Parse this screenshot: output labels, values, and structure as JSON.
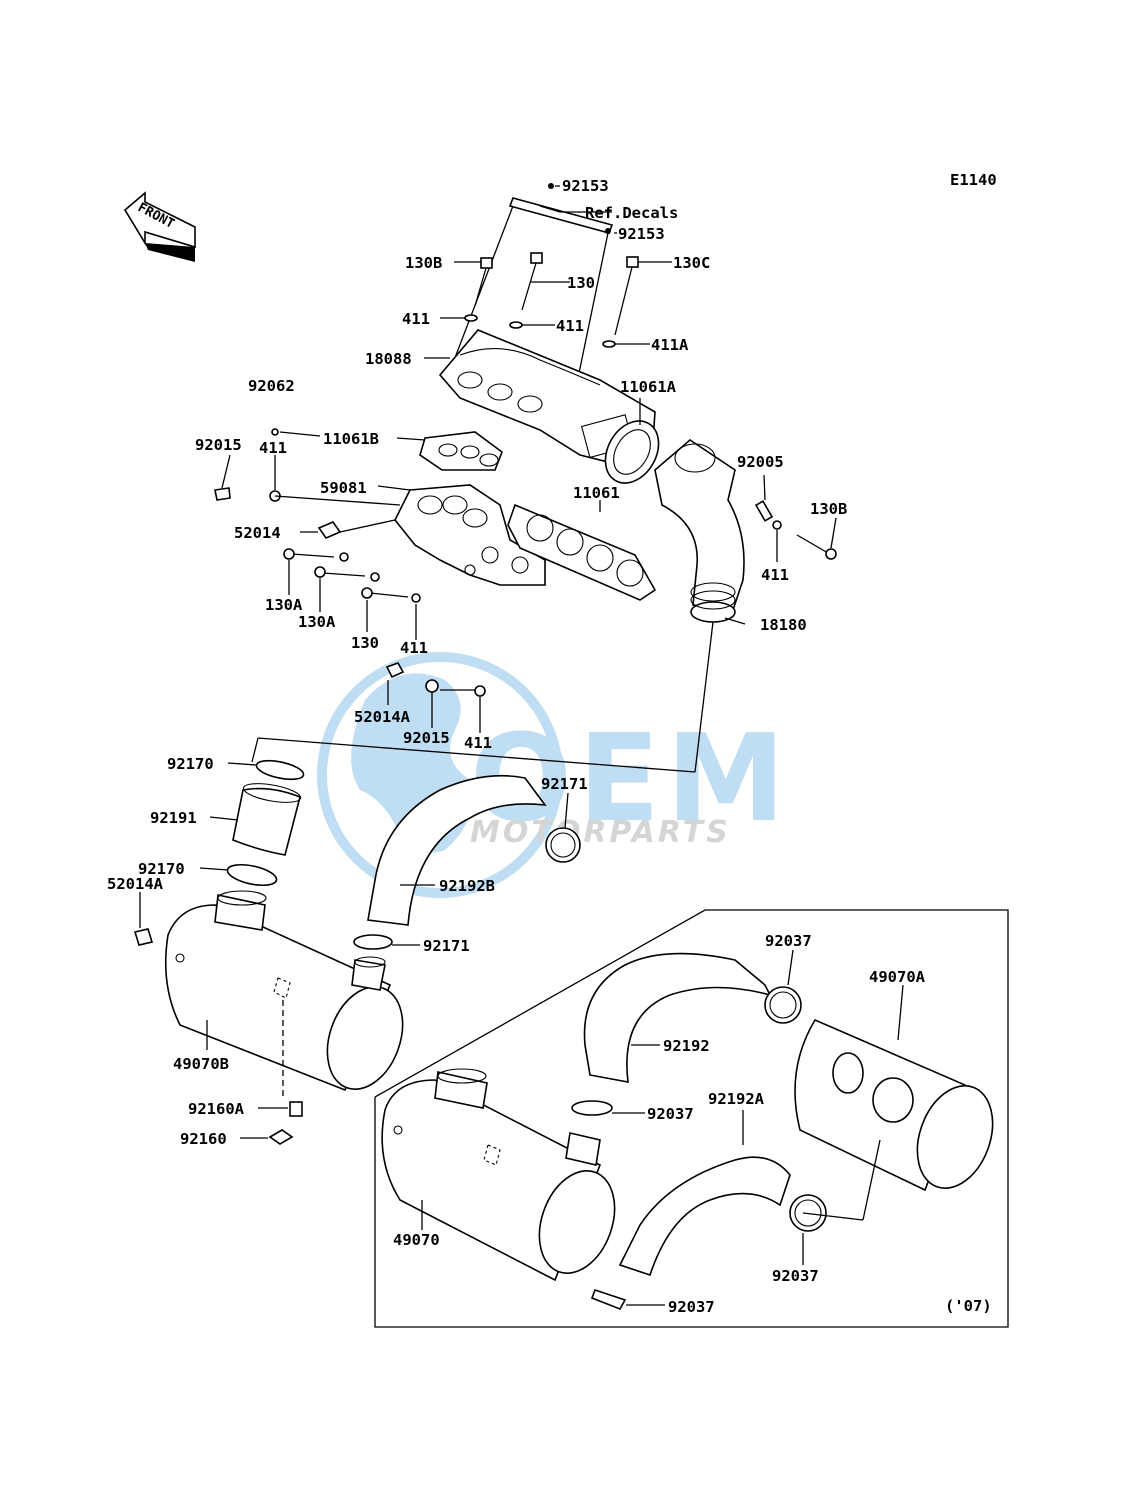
{
  "diagram_code": "E1140",
  "front_label": "FRONT",
  "variant_note": "('07)",
  "watermark": {
    "brand": "OEM",
    "sub": "MOTORPARTS",
    "color": "#4aa3df"
  },
  "labels": {
    "l92153a": "92153",
    "lRefDecals": "Ref.Decals",
    "l92153b": "92153",
    "l130B_top": "130B",
    "l130_top": "130",
    "l130C": "130C",
    "l411_a": "411",
    "l411_b": "411",
    "l411A": "411A",
    "l18088": "18088",
    "l92062": "92062",
    "l11061A": "11061A",
    "l11061B": "11061B",
    "l92015_a": "92015",
    "l411_c": "411",
    "l92005": "92005",
    "l59081": "59081",
    "l11061": "11061",
    "l130B_right": "130B",
    "l52014": "52014",
    "l411_d": "411",
    "l130A_a": "130A",
    "l130A_b": "130A",
    "l18180": "18180",
    "l130_mid": "130",
    "l411_e": "411",
    "l52014A_a": "52014A",
    "l92015_b": "92015",
    "l411_f": "411",
    "l92170_a": "92170",
    "l92171_a": "92171",
    "l92191": "92191",
    "l92170_b": "92170",
    "l52014A_b": "52014A",
    "l92192B": "92192B",
    "l92171_b": "92171",
    "l92037_a": "92037",
    "l49070A": "49070A",
    "l92192": "92192",
    "l49070B": "49070B",
    "l92037_b": "92037",
    "l92192A": "92192A",
    "l92160A": "92160A",
    "l92160": "92160",
    "l49070": "49070",
    "l92037_c": "92037",
    "l92037_d": "92037"
  }
}
